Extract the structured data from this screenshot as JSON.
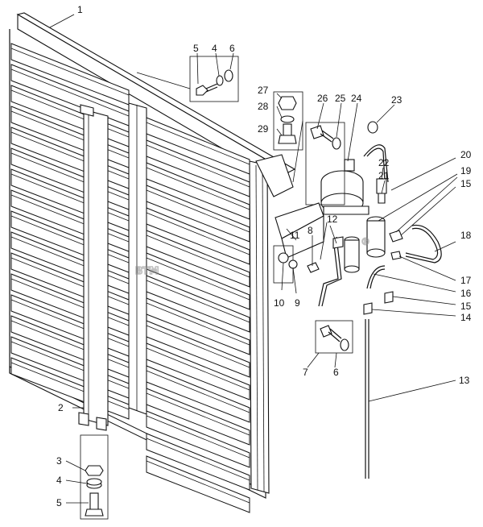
{
  "callouts": [
    {
      "id": "c1",
      "label": "1"
    },
    {
      "id": "c2",
      "label": "2"
    },
    {
      "id": "c3",
      "label": "3"
    },
    {
      "id": "c4b",
      "label": "4"
    },
    {
      "id": "c5b",
      "label": "5"
    },
    {
      "id": "c5t",
      "label": "5"
    },
    {
      "id": "c4t",
      "label": "4"
    },
    {
      "id": "c6t",
      "label": "6"
    },
    {
      "id": "c27",
      "label": "27"
    },
    {
      "id": "c28",
      "label": "28"
    },
    {
      "id": "c29",
      "label": "29"
    },
    {
      "id": "c26",
      "label": "26"
    },
    {
      "id": "c25",
      "label": "25"
    },
    {
      "id": "c24",
      "label": "24"
    },
    {
      "id": "c23",
      "label": "23"
    },
    {
      "id": "c20",
      "label": "20"
    },
    {
      "id": "c22",
      "label": "22"
    },
    {
      "id": "c21",
      "label": "21"
    },
    {
      "id": "c19",
      "label": "19"
    },
    {
      "id": "c15a",
      "label": "15"
    },
    {
      "id": "c18",
      "label": "18"
    },
    {
      "id": "c12",
      "label": "12"
    },
    {
      "id": "c11",
      "label": "11"
    },
    {
      "id": "c8",
      "label": "8"
    },
    {
      "id": "c10",
      "label": "10"
    },
    {
      "id": "c9",
      "label": "9"
    },
    {
      "id": "c17",
      "label": "17"
    },
    {
      "id": "c16",
      "label": "16"
    },
    {
      "id": "c15b",
      "label": "15"
    },
    {
      "id": "c14",
      "label": "14"
    },
    {
      "id": "c7",
      "label": "7"
    },
    {
      "id": "c6b",
      "label": "6"
    },
    {
      "id": "c13",
      "label": "13"
    }
  ],
  "watermark": "BTM",
  "watermark_mark": "®"
}
